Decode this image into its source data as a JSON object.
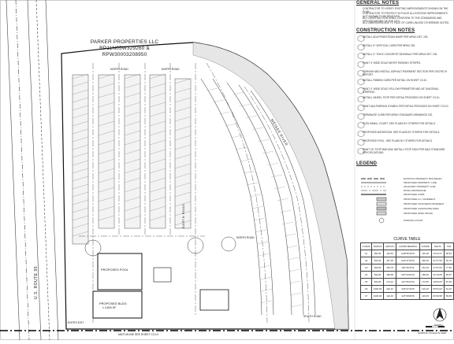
{
  "general_notes": {
    "heading": "GENERAL NOTES",
    "items": [
      "CONTRACTOR TO VERIFY EXISTING IMPROVEMENTS SHOWN ON THE PLAN.",
      "CONTRACTOR TO PROTECT IN PLACE ALL EXISTING IMPROVEMENTS NOT SHOWN TO BE REMOVED.",
      "ALL CONSTRUCTION SHALL CONFORM TO THE STANDARDS AND SPECIFICATIONS OF THE CITY.",
      "ALL DIMENSIONS ARE TO FACE OF CURB UNLESS OTHERWISE NOTED."
    ]
  },
  "construction_notes": {
    "heading": "CONSTRUCTION NOTES",
    "items": [
      "INSTALL ADA PEDESTRIAN RAMP PER MPAG DET. 240.",
      "INSTALL 6\" VERTICAL CURB PER MPAG 220.",
      "INSTALL 4\" THICK CONCRETE SIDEWALK PER MPAG DET. 230.",
      "PAINT 4\" WIDE SOLID WHITE PARKING STRIPES.",
      "FURNISH AND INSTALL ASPHALT PAVEMENT SECTION PER GEOTECH REPORT.",
      "INSTALL RIBBON CURB PER DETAIL ON SHEET C3.10.",
      "PAINT 4\" WIDE SOLID YELLOW PERIMETER AND 45\" DIAGONAL STRIPING.",
      "INSTALL WHEEL STOP PER DETAIL PROVIDED ON SHEET C3.10.",
      "PAINT ADA PARKING SYMBOL PER DETAIL PROVIDED ON SHEET C3.10.",
      "TERMINATE CURB PER MPAG STANDARD DRAWINGS 222.",
      "POOL/SMALL COURT. SEE PLANS BY OTHERS FOR DETAILS.",
      "PROPOSED BATHROOM. SEE PLANS BY OTHERS FOR DETAILS.",
      "PROPOSED POOL. SEE PLANS BY OTHERS FOR DETAILS.",
      "PAINT 24\" STOP BAR AND INSTALL STOP SIGN PER MAG STANDARD SPECIFICATIONS."
    ]
  },
  "legend": {
    "heading": "LEGEND",
    "items": [
      "EXISTING PROPERTY BOUNDARY",
      "PROPOSED PROPERTY LINE",
      "ADJACENT PROPERTY LINE",
      "ROAD CENTERLINE",
      "PROPOSED CURB",
      "PROPOSED A.C. PAVEMENT",
      "PROPOSED CONCRETE PAVEMENT",
      "PROPOSED LANDSCAPE AREA",
      "PROPOSED OPEN SPACE",
      "PARKING COUNT"
    ]
  },
  "owner": {
    "name": "PARKER PROPERTIES LLC",
    "rp": "RP11N05W329260 &",
    "rpw": "RPW30003208950"
  },
  "labels": {
    "highway": "U.S. ROUTE 95",
    "river": "WEISER RIVER",
    "earth_road": "EARTH ROAD",
    "pool": "PROPOSED POOL",
    "bldg": "PROPOSED BLDG",
    "bldg_area": "± 4,800 SF",
    "entry_exit": "ENTRY-EXIT",
    "match_line": "MATCHLINE SEE SHEET C3.10",
    "north": "NORTH",
    "scale": "GRAPHIC SCALE IN FEET",
    "road_tag": "NORTH ROAD",
    "road_tag2": "SOUTH ROAD"
  },
  "curve_table": {
    "title": "CURVE TABLE",
    "headers": [
      "CURVE",
      "RADIUS",
      "LENGTH",
      "CHORD BEARING",
      "CHORD",
      "DELTA",
      "TAN"
    ],
    "rows": [
      [
        "C1",
        "500.00'",
        "116.54'",
        "N38°50'46\"W",
        "116.28'",
        "13°21'17\"",
        "58.53'"
      ],
      [
        "C2",
        "500.00'",
        "187.28'",
        "N22°47'02\"W",
        "186.19'",
        "21°27'40\"",
        "94.75'"
      ],
      [
        "C3",
        "500.00'",
        "153.79'",
        "S07°52'27\"E",
        "153.19'",
        "17°37'24\"",
        "77.50'"
      ],
      [
        "C4",
        "500.00'",
        "189.58'",
        "S07°09'19\"W",
        "188.45'",
        "21°43'28\"",
        "95.97'"
      ],
      [
        "C5",
        "500.00'",
        "173.42'",
        "S27°55'16\"W",
        "172.55'",
        "19°52'23\"",
        "87.59'"
      ],
      [
        "C6",
        "1000.00'",
        "102.21'",
        "S40°47'23\"W",
        "102.16'",
        "05°51'22\"",
        "51.15'"
      ],
      [
        "C7",
        "1000.00'",
        "119.16'",
        "S47°08'00\"W",
        "119.09'",
        "06°49'38\"",
        "59.65'"
      ]
    ]
  }
}
